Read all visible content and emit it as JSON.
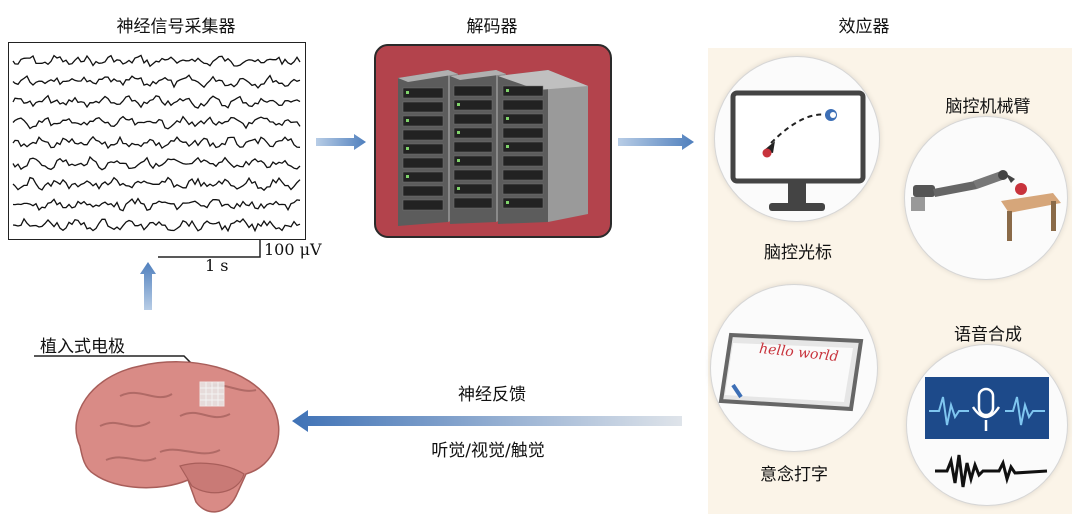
{
  "signal_panel": {
    "title": "神经信号采集器",
    "time_scale": "1 s",
    "amp_scale": "100 μV"
  },
  "decoder": {
    "title": "解码器"
  },
  "effector": {
    "title": "效应器",
    "items": [
      {
        "label": "脑控光标"
      },
      {
        "label": "脑控机械臂"
      },
      {
        "label": "意念打字"
      },
      {
        "label": "语音合成"
      }
    ],
    "handwriting": "hello world"
  },
  "feedback": {
    "title": "神经反馈",
    "subtitle": "听觉/视觉/触觉"
  },
  "brain": {
    "electrode_label": "植入式电极"
  },
  "colors": {
    "arrow": "#5b86bd",
    "decoder_bg": "#b3434c",
    "effector_bg": "#fbf4e8",
    "brain": "#d98b86"
  }
}
